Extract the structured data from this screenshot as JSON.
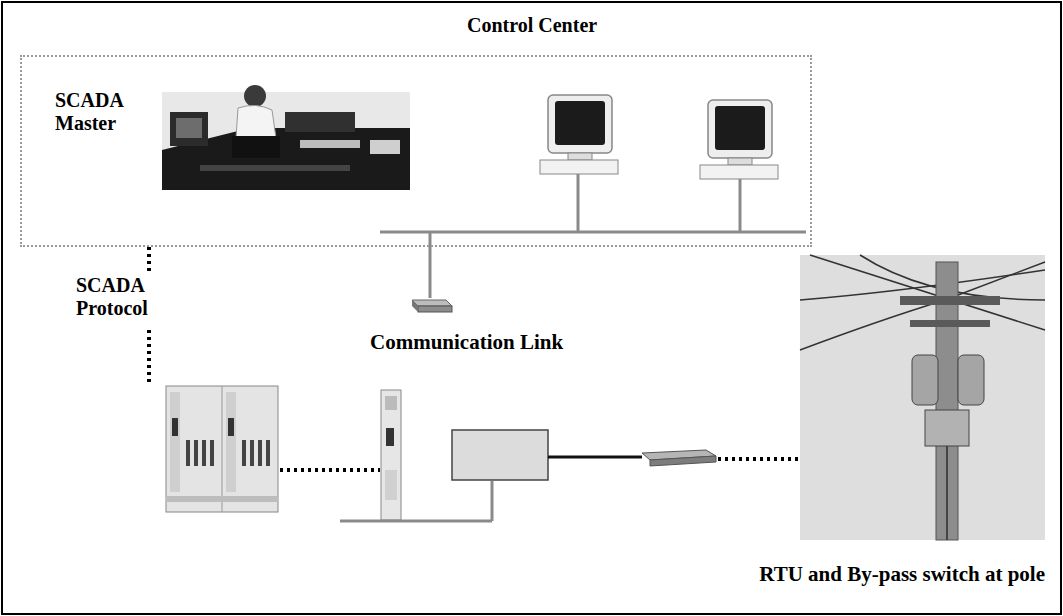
{
  "diagram": {
    "nodes": [
      {
        "text": [
          "Control Center",
          "SCADA Master"
        ]
      }
    ],
    "labels": [
      "SCADA Protocol",
      "Communication Link",
      "RTU and By-pass switch at pole"
    ]
  }
}
